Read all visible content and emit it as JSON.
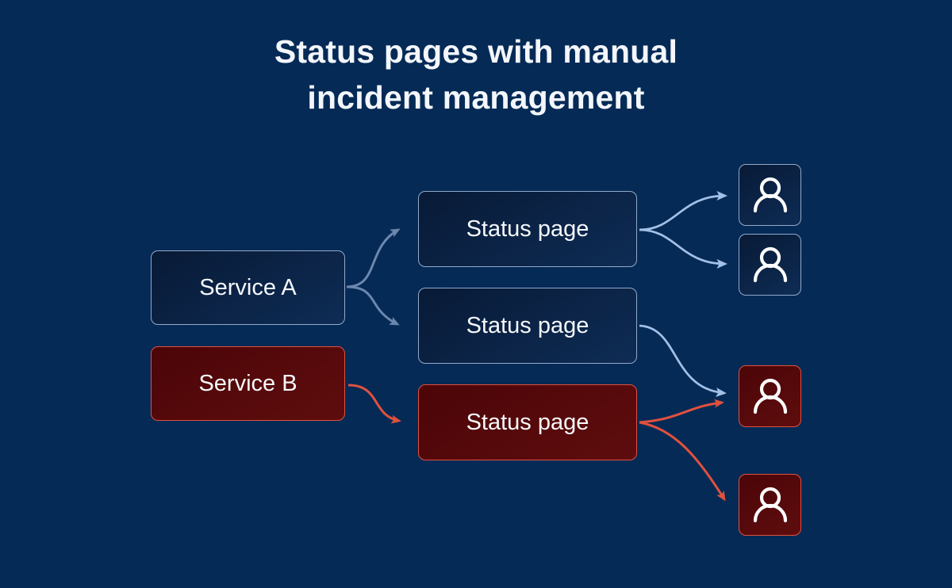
{
  "title": {
    "line1": "Status pages with manual",
    "line2": "incident management"
  },
  "nodes": {
    "service_a": {
      "label": "Service A",
      "status": "ok"
    },
    "service_b": {
      "label": "Service B",
      "status": "incident"
    },
    "status_page_1": {
      "label": "Status page",
      "status": "ok"
    },
    "status_page_2": {
      "label": "Status page",
      "status": "ok"
    },
    "status_page_3": {
      "label": "Status page",
      "status": "incident"
    },
    "users": [
      {
        "icon": "person-icon",
        "status": "ok"
      },
      {
        "icon": "person-icon",
        "status": "ok"
      },
      {
        "icon": "person-icon",
        "status": "incident"
      },
      {
        "icon": "person-icon",
        "status": "incident"
      }
    ]
  },
  "edges": [
    {
      "from": "service-a",
      "to": "status-page-1",
      "color": "muted-blue"
    },
    {
      "from": "service-a",
      "to": "status-page-2",
      "color": "muted-blue"
    },
    {
      "from": "service-b",
      "to": "status-page-3",
      "color": "red"
    },
    {
      "from": "status-page-1",
      "to": "user-1",
      "color": "light-blue"
    },
    {
      "from": "status-page-1",
      "to": "user-2",
      "color": "light-blue"
    },
    {
      "from": "status-page-2",
      "to": "user-3",
      "color": "light-blue"
    },
    {
      "from": "status-page-3",
      "to": "user-3",
      "color": "red"
    },
    {
      "from": "status-page-3",
      "to": "user-4",
      "color": "red"
    }
  ],
  "colors": {
    "background": "#052a56",
    "title_color": "#f3f6fa",
    "ok_border": "#93a9c9",
    "ok_fill_start": "#081a36",
    "ok_fill_end": "#0e2c55",
    "incident_border": "#e2503c",
    "incident_fill_start": "#4c0508",
    "incident_fill_end": "#5e0d0e",
    "arrow_muted_blue": "#6c87ad",
    "arrow_light_blue": "#a3c0e6",
    "arrow_red": "#e0513e"
  }
}
